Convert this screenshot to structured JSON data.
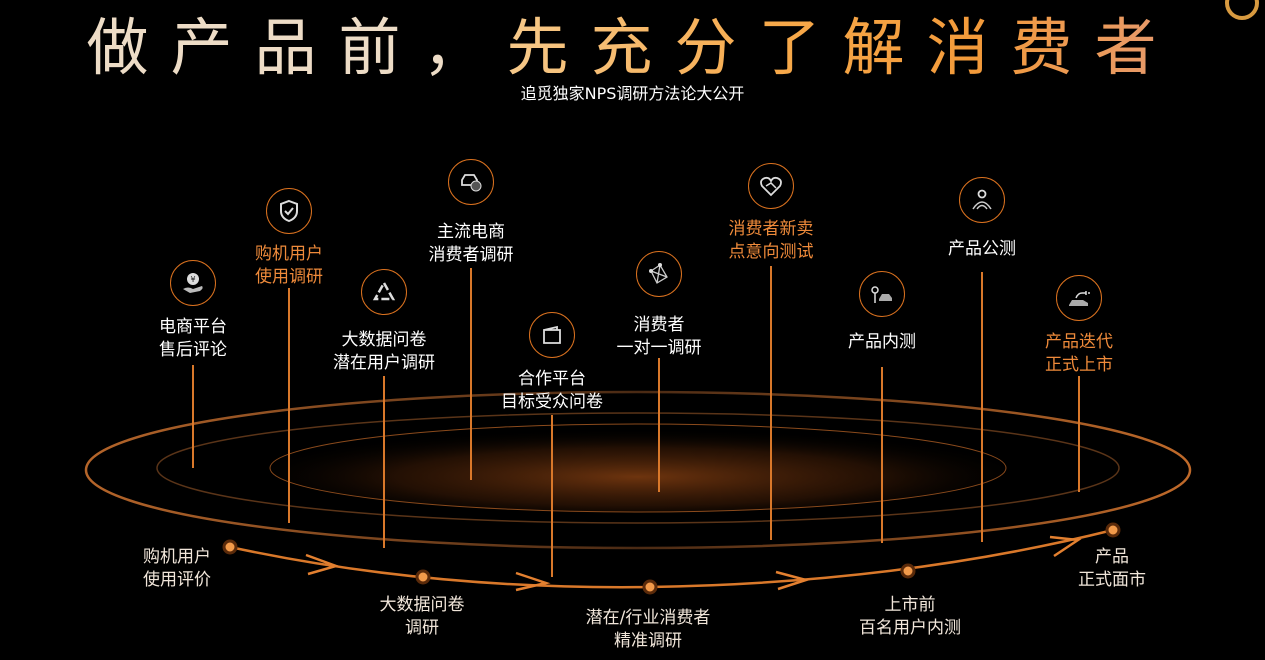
{
  "title": {
    "part1": "做产品前，",
    "part2": "先充分了解消费者"
  },
  "subtitle": "追觅独家NPS调研方法论大公开",
  "colors": {
    "accent": "#d9711f",
    "highlight_text": "#ee8a3a",
    "background": "#000000"
  },
  "columns": [
    {
      "icon": "yen-hand-icon",
      "lines": [
        "电商平台",
        "售后评论"
      ],
      "highlight": false
    },
    {
      "icon": "shield-check-icon",
      "lines": [
        "购机用户",
        "使用调研"
      ],
      "highlight": true
    },
    {
      "icon": "recycle-triangle-icon",
      "lines": [
        "大数据问卷",
        "潜在用户调研"
      ],
      "highlight": false
    },
    {
      "icon": "car-exchange-icon",
      "lines": [
        "主流电商",
        "消费者调研"
      ],
      "highlight": false
    },
    {
      "icon": "wallet-icon",
      "lines": [
        "合作平台",
        "目标受众问卷"
      ],
      "highlight": false
    },
    {
      "icon": "network-icon",
      "lines": [
        "消费者",
        "一对一调研"
      ],
      "highlight": false
    },
    {
      "icon": "handshake-heart-icon",
      "lines": [
        "消费者新卖",
        "点意向测试"
      ],
      "highlight": true
    },
    {
      "icon": "car-test-icon",
      "lines": [
        "产品内测"
      ],
      "highlight": false
    },
    {
      "icon": "user-signal-icon",
      "lines": [
        "产品公测"
      ],
      "highlight": false
    },
    {
      "icon": "car-charging-icon",
      "lines": [
        "产品迭代",
        "正式上市"
      ],
      "highlight": true
    }
  ],
  "timeline": [
    {
      "lines": [
        "购机用户",
        "使用评价"
      ]
    },
    {
      "lines": [
        "大数据问卷",
        "调研"
      ]
    },
    {
      "lines": [
        "潜在/行业消费者",
        "精准调研"
      ]
    },
    {
      "lines": [
        "上市前",
        "百名用户内测"
      ]
    },
    {
      "lines": [
        "产品",
        "正式面市"
      ]
    }
  ]
}
